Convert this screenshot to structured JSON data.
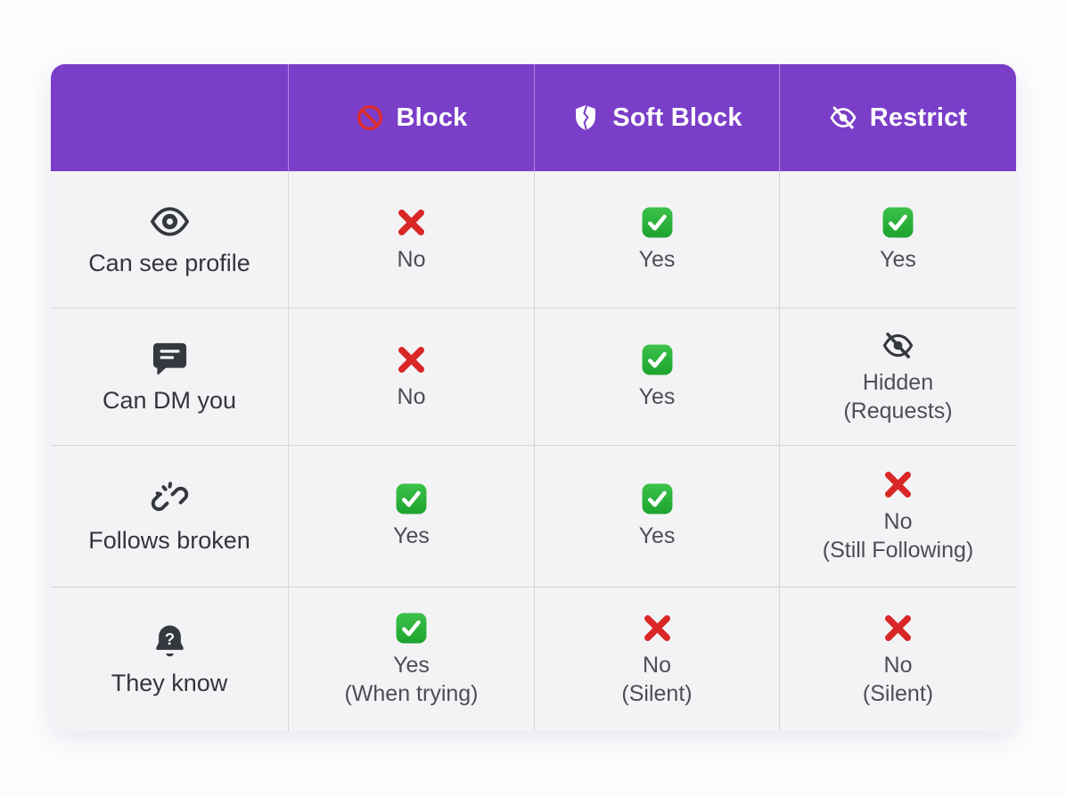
{
  "table": {
    "header": {
      "columns": [
        {
          "label": "",
          "icon": ""
        },
        {
          "label": "Block",
          "icon": "prohibition-icon"
        },
        {
          "label": "Soft Block",
          "icon": "broken-shield-icon"
        },
        {
          "label": "Restrict",
          "icon": "eye-slash-icon"
        }
      ]
    },
    "rows": [
      {
        "label": "Can see profile",
        "icon": "eye-icon",
        "cells": [
          {
            "icon": "cross-icon",
            "text": "No",
            "sub": ""
          },
          {
            "icon": "check-icon",
            "text": "Yes",
            "sub": ""
          },
          {
            "icon": "check-icon",
            "text": "Yes",
            "sub": ""
          }
        ]
      },
      {
        "label": "Can DM you",
        "icon": "message-icon",
        "cells": [
          {
            "icon": "cross-icon",
            "text": "No",
            "sub": ""
          },
          {
            "icon": "check-icon",
            "text": "Yes",
            "sub": ""
          },
          {
            "icon": "eye-slash-icon",
            "text": "Hidden",
            "sub": "(Requests)"
          }
        ]
      },
      {
        "label": "Follows broken",
        "icon": "broken-link-icon",
        "cells": [
          {
            "icon": "check-icon",
            "text": "Yes",
            "sub": ""
          },
          {
            "icon": "check-icon",
            "text": "Yes",
            "sub": ""
          },
          {
            "icon": "cross-icon",
            "text": "No",
            "sub": "(Still Following)"
          }
        ]
      },
      {
        "label": "They know",
        "icon": "bell-question-icon",
        "cells": [
          {
            "icon": "check-icon",
            "text": "Yes",
            "sub": "(When trying)"
          },
          {
            "icon": "cross-icon",
            "text": "No",
            "sub": "(Silent)"
          },
          {
            "icon": "cross-icon",
            "text": "No",
            "sub": "(Silent)"
          }
        ]
      }
    ]
  },
  "colors": {
    "header_purple": "#7A3EC8",
    "cell_background": "#F3F3F5",
    "cross_red": "#D92627",
    "check_green": "#2AB437",
    "label_text": "#33363C",
    "value_text": "#4B4E54",
    "grid_border": "#D5D5D9"
  },
  "chart_data": {
    "type": "table",
    "columns": [
      "",
      "Block",
      "Soft Block",
      "Restrict"
    ],
    "rows": [
      [
        "Can see profile",
        "No",
        "Yes",
        "Yes"
      ],
      [
        "Can DM you",
        "No",
        "Yes",
        "Hidden (Requests)"
      ],
      [
        "Follows broken",
        "Yes",
        "Yes",
        "No (Still Following)"
      ],
      [
        "They know",
        "Yes (When trying)",
        "No (Silent)",
        "No (Silent)"
      ]
    ]
  }
}
